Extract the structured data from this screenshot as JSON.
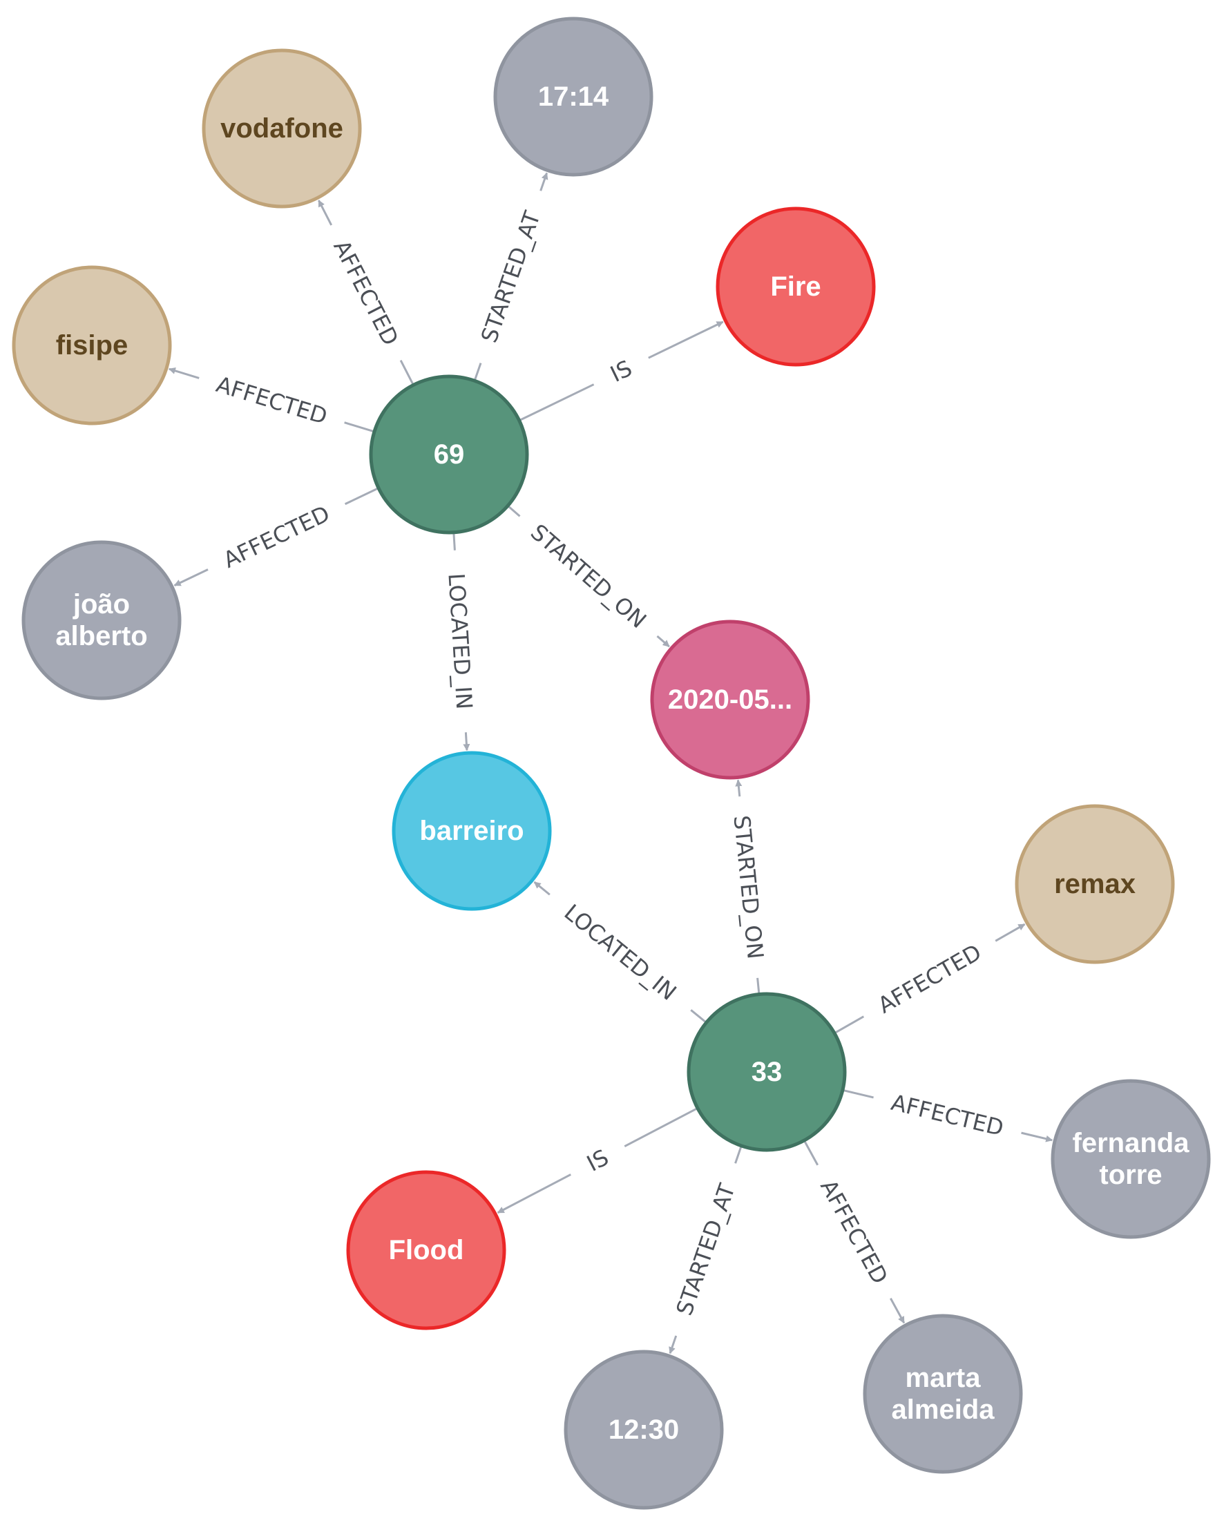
{
  "colors": {
    "incident": "#57947b",
    "incident_border": "#3f7260",
    "organization": "#d9c8ae",
    "organization_border": "#c0a378",
    "organization_text": "#5e4620",
    "person": "#a4a8b4",
    "person_border": "#8f949f",
    "type": "#f16667",
    "type_border": "#eb2728",
    "date": "#d96b92",
    "date_border": "#c0406b",
    "location": "#57c7e3",
    "location_border": "#23b3d7",
    "edge": "#a5abb6",
    "edge_text": "#4b4f56",
    "node_text": "#ffffff"
  },
  "nodes": [
    {
      "id": "n69",
      "lines": [
        "69"
      ],
      "kind": "incident"
    },
    {
      "id": "n33",
      "lines": [
        "33"
      ],
      "kind": "incident"
    },
    {
      "id": "vodafone",
      "lines": [
        "vodafone"
      ],
      "kind": "organization"
    },
    {
      "id": "fisipe",
      "lines": [
        "fisipe"
      ],
      "kind": "organization"
    },
    {
      "id": "remax",
      "lines": [
        "remax"
      ],
      "kind": "organization"
    },
    {
      "id": "t1714",
      "lines": [
        "17:14"
      ],
      "kind": "person"
    },
    {
      "id": "t1230",
      "lines": [
        "12:30"
      ],
      "kind": "person"
    },
    {
      "id": "joao",
      "lines": [
        "joão",
        "alberto"
      ],
      "kind": "person"
    },
    {
      "id": "fernanda",
      "lines": [
        "fernanda",
        "torre"
      ],
      "kind": "person"
    },
    {
      "id": "marta",
      "lines": [
        "marta",
        "almeida"
      ],
      "kind": "person"
    },
    {
      "id": "fire",
      "lines": [
        "Fire"
      ],
      "kind": "type"
    },
    {
      "id": "flood",
      "lines": [
        "Flood"
      ],
      "kind": "type"
    },
    {
      "id": "date",
      "lines": [
        "2020-05..."
      ],
      "kind": "date"
    },
    {
      "id": "barreiro",
      "lines": [
        "barreiro"
      ],
      "kind": "location"
    }
  ],
  "edges": [
    {
      "from": "n69",
      "to": "vodafone",
      "label": "AFFECTED"
    },
    {
      "from": "n69",
      "to": "t1714",
      "label": "STARTED_AT"
    },
    {
      "from": "n69",
      "to": "fire",
      "label": "IS"
    },
    {
      "from": "n69",
      "to": "fisipe",
      "label": "AFFECTED"
    },
    {
      "from": "n69",
      "to": "joao",
      "label": "AFFECTED"
    },
    {
      "from": "n69",
      "to": "barreiro",
      "label": "LOCATED_IN"
    },
    {
      "from": "n69",
      "to": "date",
      "label": "STARTED_ON"
    },
    {
      "from": "n33",
      "to": "date",
      "label": "STARTED_ON"
    },
    {
      "from": "n33",
      "to": "barreiro",
      "label": "LOCATED_IN"
    },
    {
      "from": "n33",
      "to": "remax",
      "label": "AFFECTED"
    },
    {
      "from": "n33",
      "to": "fernanda",
      "label": "AFFECTED"
    },
    {
      "from": "n33",
      "to": "marta",
      "label": "AFFECTED"
    },
    {
      "from": "n33",
      "to": "t1230",
      "label": "STARTED_AT"
    },
    {
      "from": "n33",
      "to": "flood",
      "label": "IS"
    }
  ]
}
